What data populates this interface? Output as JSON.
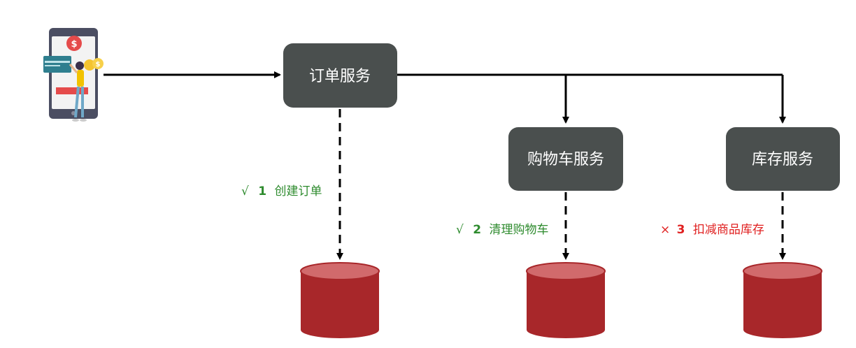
{
  "services": {
    "order": "订单服务",
    "cart": "购物车服务",
    "inventory": "库存服务"
  },
  "steps": [
    {
      "mark": "√",
      "num": "1",
      "text": "创建订单",
      "status": "success",
      "color": "#2e8b2e"
    },
    {
      "mark": "√",
      "num": "2",
      "text": "清理购物车",
      "status": "success",
      "color": "#2e8b2e"
    },
    {
      "mark": "×",
      "num": "3",
      "text": "扣减商品库存",
      "status": "failure",
      "color": "#e02020"
    }
  ],
  "colors": {
    "service_box": "#4a4f4e",
    "database": "#a8272a",
    "database_top": "#d16a6c",
    "arrow": "#000000"
  },
  "icons": {
    "client": "mobile-payment-user-icon",
    "database": "database-cylinder-icon"
  }
}
